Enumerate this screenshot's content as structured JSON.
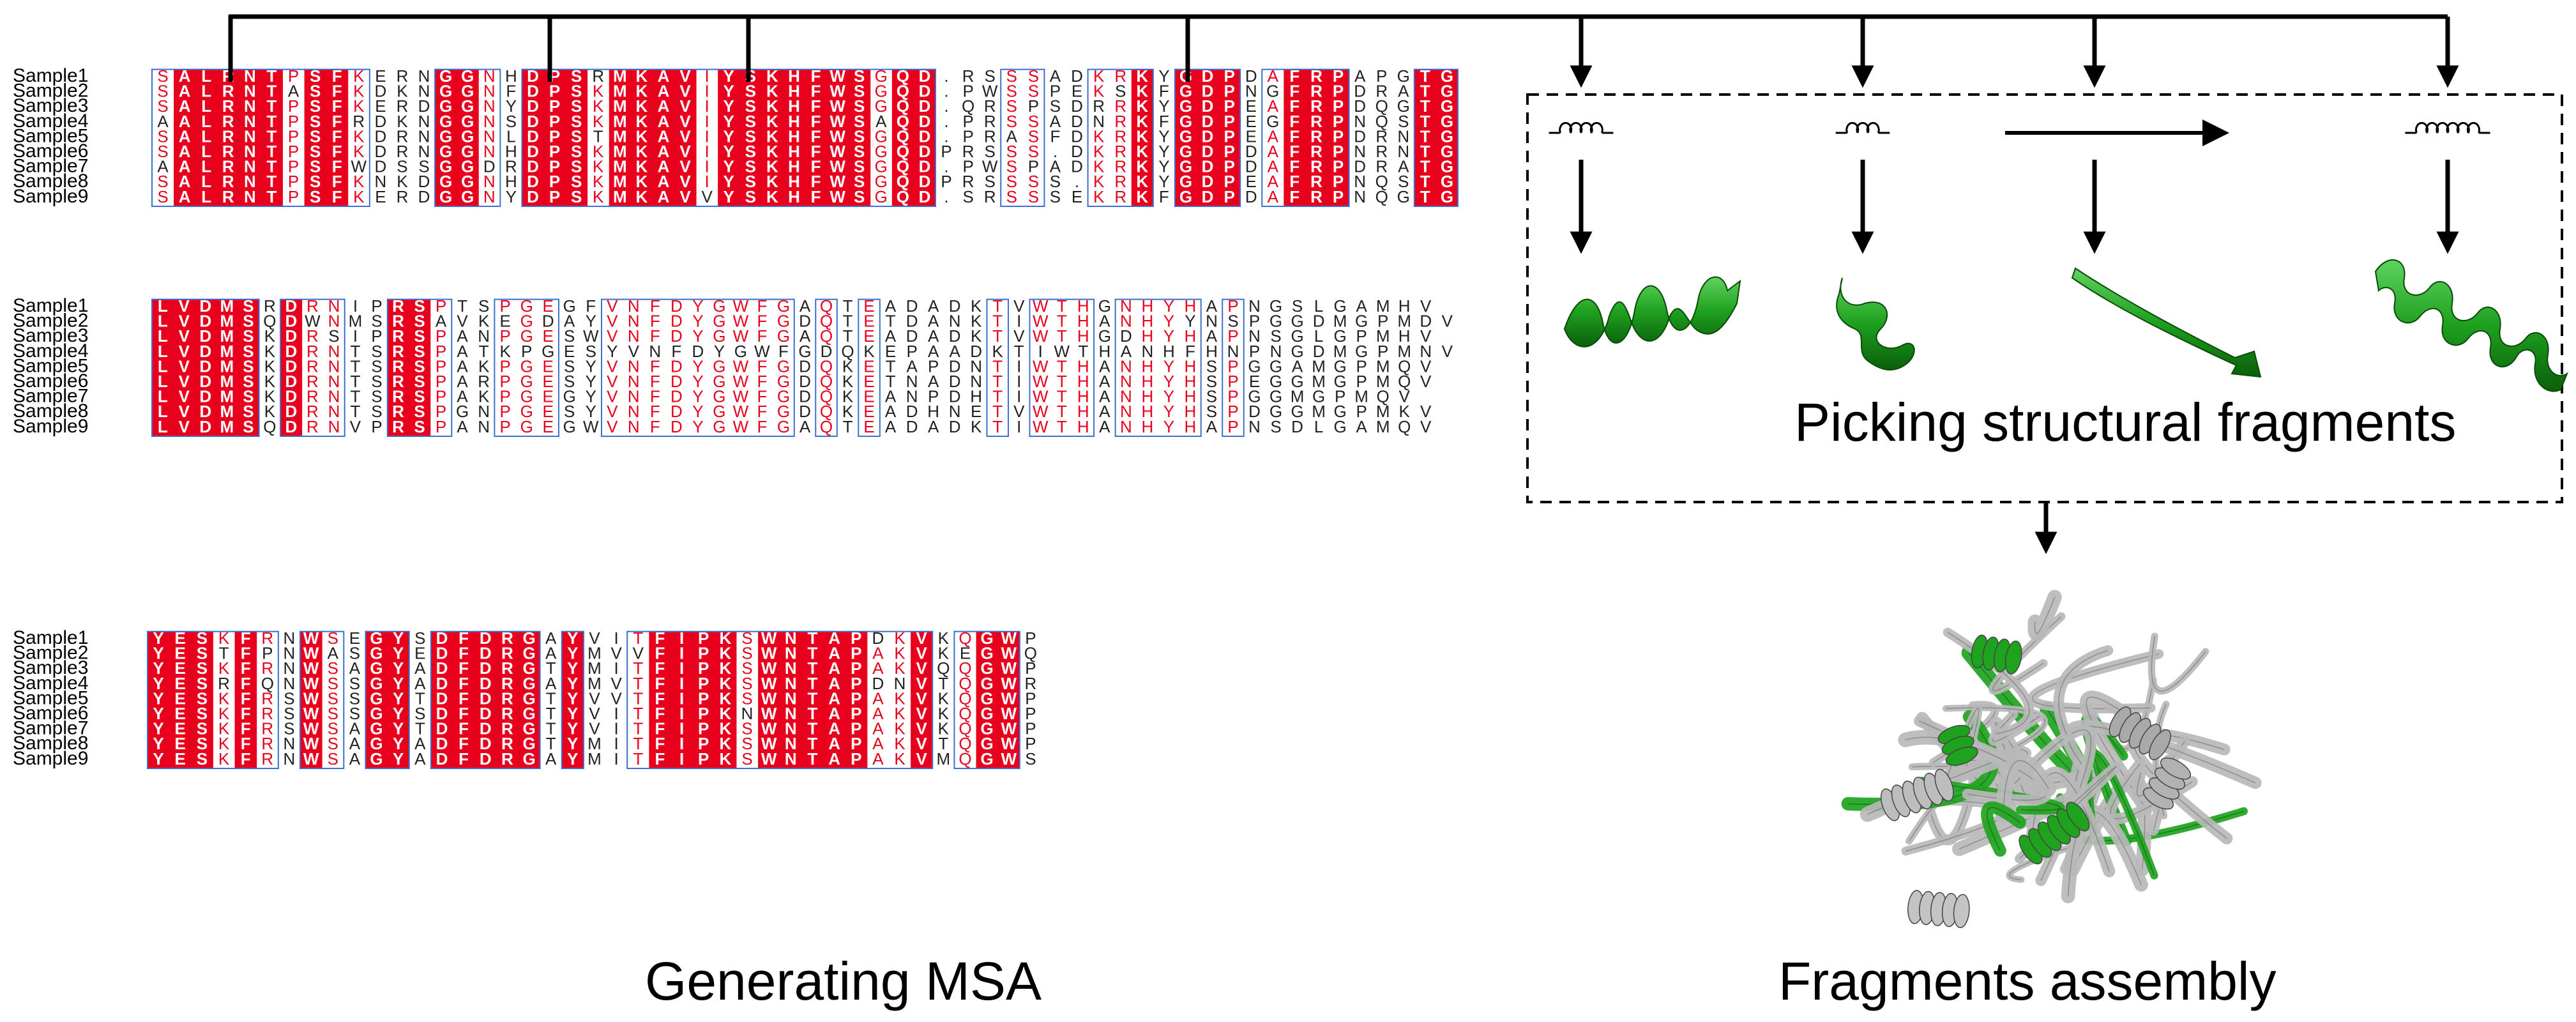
{
  "captions": {
    "msa": "Generating MSA",
    "picking": "Picking structural fragments",
    "assembly": "Fragments assembly"
  },
  "colors": {
    "conserved_bg": "#e8001c",
    "conserved_text": "#ffffff",
    "similar_text": "#e8001c",
    "plain_text": "#222222",
    "box_line": "#3a6fd0",
    "helix_green": "#1fa31f",
    "protein_gray": "#b8b8b8"
  },
  "msa": {
    "blocks": [
      {
        "labels": [
          "Sample1",
          "Sample2",
          "Sample3",
          "Sample4",
          "Sample5",
          "Sample6",
          "Sample7",
          "Sample8",
          "Sample9"
        ],
        "rows": [
          "SALRNTPSFKERNGGNHDPSRMKAVIYSKHFWSGQD.RSSSADKRKYGDPDAFRPAPGTG",
          "SALRNTASFKDKNGGNFDPSKMKAVIYSKHFWSGQD.PWSSPEKSKFGDPNGFRPDRATG",
          "SALRNTPSFKERDGGNYDPSKMKAVIYSKHFWSGQD.QRSPSDRRKYGDPEAFRPDQGTG",
          "AALRNTPSFRDKNGGNSDPSKMKAVIYSKHFWSAQD.PRSSADNRKFGDPEGFRPNQSTG",
          "SALRNTPSFKDRNGGNLDPSTMKAVIYSKHFWSGQD.PRASFDKRKYGDPEAFRPDRNTG",
          "SALRNTPSFKDRNGGNHDPSKMKAVIYSKHFWSGQDPRSSS.DKRKYGDPDAFRPNRNTG",
          "AALRNTPSFWDSSGGDRDPSKMKAVIYSKHFWSGQD.PWSPADKRKYGDPDAFRPDRATG",
          "SALRNTPSFKNKDGGNHDPSKMKAVIYSKHFWSGQDPRSSSS.KRKYGDPEAFRPNQSTG",
          "SALRNTPSFKERDGGNYDPSKMKAVVYSKHFWSGQD.SRSSSEKRKFGDPDAFRPNQGTG"
        ]
      },
      {
        "labels": [
          "Sample1",
          "Sample2",
          "Sample3",
          "Sample4",
          "Sample5",
          "Sample6",
          "Sample7",
          "Sample8",
          "Sample9"
        ],
        "rows": [
          "LVDMSRDRNIPRSPTSPGEGFVNFDYGWFGAQTEADADKTVWTHGNHYHAPNGSLGAMHV",
          "LVDMSQDWNMSRSAVKEGDAYVNFDYGWFGDQTETDANKTIWTHANHYYNSPGGDMGPMDV",
          "LVDMSKDRSIPRSPANPGESWVNFDYGWFGAQTEADADKTVWTHGDHYHAPNSGLGPMHV",
          "LVDMSKDRNTSRSPATKPGESYVNFDYGWFGDQKEPAADKTIWTHANHFHNPNGDMGPMNV",
          "LVDMSKDRNTSRSPAKPGESYVNFDYGWFGDQKETAPDNTIWTHANHYHSPGGAMGPMQV",
          "LVDMSKDRNTSRSPARPGESYVNFDYGWFGDQKETNADNTIWTHANHYHSPEGGMGPMQV",
          "LVDMSKDRNTSRSPAKPGEGYVNFDYGWFGDQKEANPDHTIWTHANHYHSPGGMGPMQV",
          "LVDMSKDRNTSRSPGNPGESYVNFDYGWFGDQKEADHNETVWTHANHYHSPDGGMGPMKV",
          "LVDMSQDRNVPRSPANPGEGWVNFDYGWFGAQTEADADKTIWTHANHYHAPNSDLGAMQV"
        ]
      },
      {
        "labels": [
          "Sample1",
          "Sample2",
          "Sample3",
          "Sample4",
          "Sample5",
          "Sample6",
          "Sample7",
          "Sample8",
          "Sample9"
        ],
        "rows": [
          "YESKFRNWSEGYSDFDRGAYVITFIPKSWNTAPDKVKQGWP",
          "YESTFPNWASGYEDFDRGAYMVVFIPKSWNTAPAKVKEGWQ",
          "YESKFRNWSAGYADFDRGTYMITFIPKSWNTAPAKVQQGWP",
          "YESRFQNWSSGYADFDRGAYMVTFIPKSWNTAPDNVTQGWR",
          "YESKFRSWSSGYTDFDRGTYVVTFIPKSWNTAPAKVKQGWP",
          "YESKFRSWSSGYSDFDRGTYVITFIPKNWNTAPAKVKQGWP",
          "YESKFRSWSAGYTDFDRGTYVITFIPKSWNTAPAKVKQGWP",
          "YESKFRNWSAGYADFDRGTYMITFIPKSWNTAPAKVTQGWP",
          "YESKFRNWSAGYADFDRGAYMITFIPKSWNTAPAKVMQGWS"
        ]
      }
    ]
  },
  "fragments": [
    {
      "icon": "helix-icon",
      "turns": 4
    },
    {
      "icon": "helix-icon",
      "turns": 3
    },
    {
      "icon": "strand-arrow-icon",
      "turns": 0
    },
    {
      "icon": "helix-icon",
      "turns": 6
    }
  ]
}
